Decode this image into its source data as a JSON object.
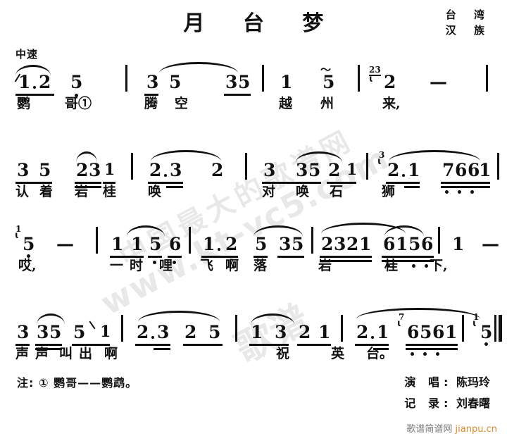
{
  "header": {
    "title": "月 台 梦",
    "origin_line1": "台 湾",
    "origin_line2": "汉 族",
    "tempo": "中速"
  },
  "footer": {
    "note": "注: ① 鹦哥——鹦鹉。",
    "singer_label": "演  唱:",
    "singer_name": "陈玛玲",
    "transcriber_label": "记  录:",
    "transcriber_name": "刘春曙",
    "site_text": "歌谱简谱网",
    "site_domain": "jianpu.cn"
  },
  "score": {
    "lines": [
      {
        "id": "line-1",
        "notes": [
          "1",
          "2",
          "5",
          "3",
          "5",
          "3",
          "5",
          "1",
          "5",
          "2",
          "—"
        ],
        "grace_notes": [
          "23"
        ],
        "lyrics": [
          "鹦",
          "哥①",
          "腾",
          "空",
          "越",
          "州",
          "来,"
        ]
      },
      {
        "id": "line-2",
        "notes": [
          "3",
          "5",
          "2",
          "3",
          "1",
          "2",
          "3",
          "2",
          "3",
          "3",
          "5",
          "2",
          "1",
          "2",
          "1",
          "7",
          "6",
          "6",
          "1"
        ],
        "grace_notes": [
          "23",
          "3"
        ],
        "lyrics": [
          "认",
          "着",
          "岩",
          "桂",
          "唤",
          "对",
          "唤",
          "石",
          "狮"
        ]
      },
      {
        "id": "line-3",
        "notes": [
          "5",
          "—",
          "1",
          "1",
          "5",
          "6",
          "1",
          "2",
          "5",
          "3",
          "5",
          "2",
          "3",
          "2",
          "1",
          "6",
          "1",
          "5",
          "6",
          "1",
          "—"
        ],
        "grace_notes": [
          "1"
        ],
        "lyrics": [
          "哎,",
          "一",
          "时",
          "哩",
          "飞",
          "啊",
          "落",
          "岩",
          "桂",
          "下,"
        ]
      },
      {
        "id": "line-4",
        "notes": [
          "3",
          "3",
          "5",
          "5",
          "1",
          "2",
          "3",
          "2",
          "5",
          "1",
          "3",
          "2",
          "1",
          "2",
          "1",
          "6",
          "5",
          "6",
          "1",
          "5",
          "—"
        ],
        "grace_notes": [
          "7"
        ],
        "lyrics": [
          "声",
          "声",
          "叫",
          "出",
          "啊",
          "祝",
          "英",
          "台。"
        ]
      }
    ]
  },
  "watermark": {
    "text1": "www.kt-vc5.com",
    "text2": "中国最大的歌谱网",
    "text3": "歌谱"
  }
}
